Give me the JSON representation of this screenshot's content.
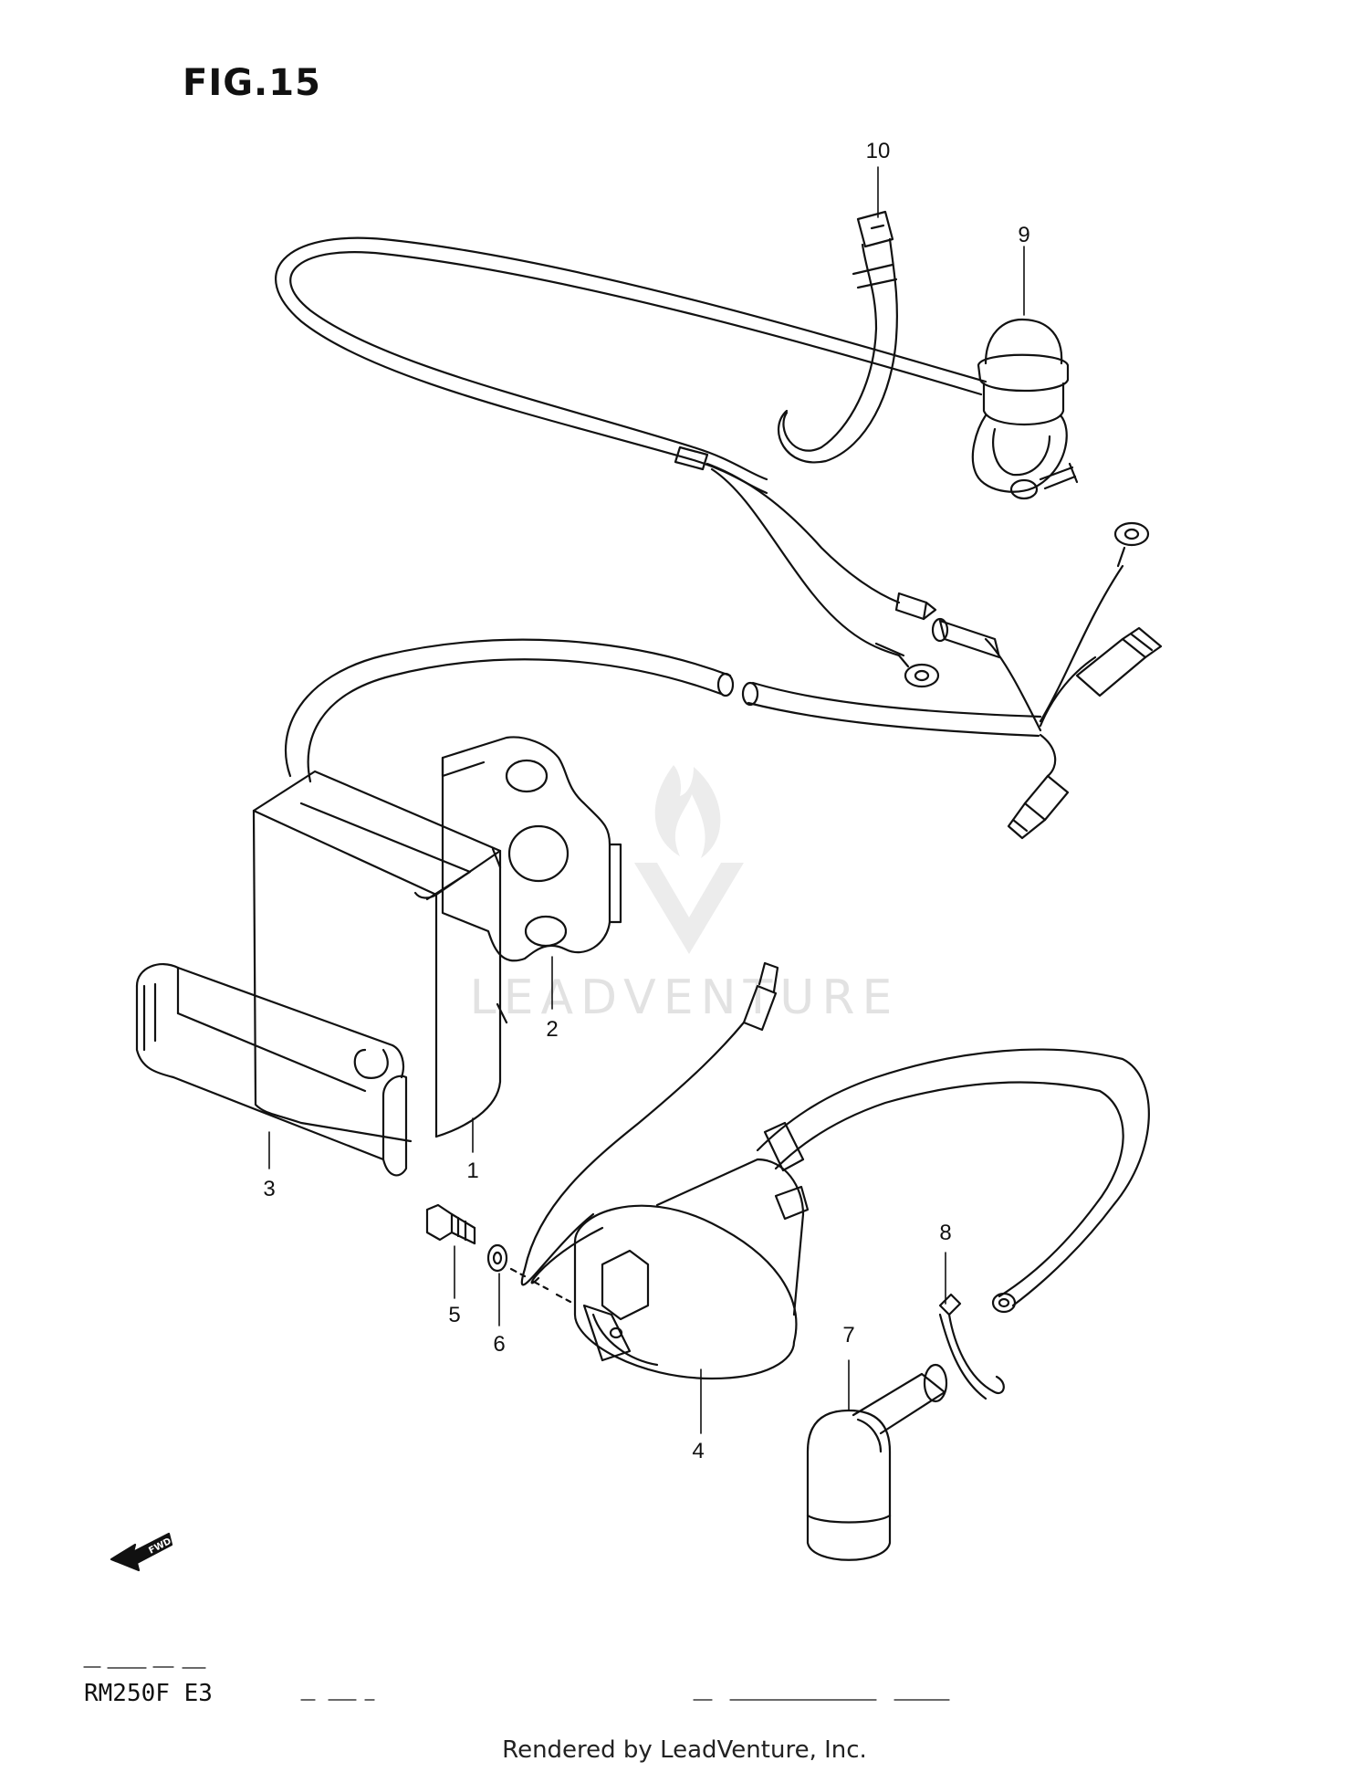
{
  "figure": {
    "title": "FIG.15",
    "model": "RM250F  E3",
    "watermark": "LEADVENTURE",
    "footer": "Rendered by LeadVenture, Inc.",
    "fwd_arrow_label": "FWD"
  },
  "callouts": [
    "1",
    "2",
    "3",
    "4",
    "5",
    "6",
    "7",
    "8",
    "9",
    "10"
  ],
  "colors": {
    "line": "#111111",
    "background": "#ffffff",
    "watermark": "#e2e2e2"
  }
}
